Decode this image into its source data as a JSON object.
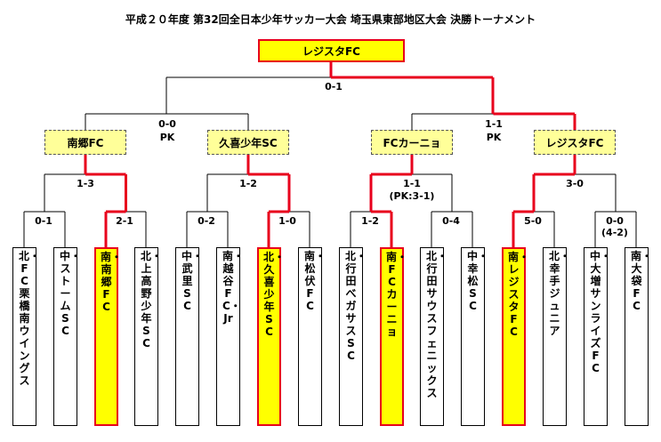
{
  "title": "平成２０年度 第32回全日本少年サッカー大会 埼玉県東部地区大会 決勝トーナメント",
  "champion": "レジスタFC",
  "final_score": "0-1",
  "semifinals": [
    {
      "label": "南郷FC",
      "winner": false
    },
    {
      "label": "久喜少年SC",
      "winner": false
    },
    {
      "label": "FCカーニョ",
      "winner": false
    },
    {
      "label": "レジスタFC",
      "winner": true
    }
  ],
  "semi_scores": [
    {
      "score": "0-0",
      "note": "PK"
    },
    {
      "score": "1-1",
      "note": "PK"
    }
  ],
  "quarter_scores": [
    {
      "score": "1-3",
      "note": ""
    },
    {
      "score": "1-2",
      "note": ""
    },
    {
      "score": "1-1",
      "note": "(PK:3-1)"
    },
    {
      "score": "3-0",
      "note": ""
    }
  ],
  "r1_scores": [
    {
      "score": "0-1",
      "note": ""
    },
    {
      "score": "2-1",
      "note": ""
    },
    {
      "score": "0-2",
      "note": ""
    },
    {
      "score": "1-0",
      "note": ""
    },
    {
      "score": "1-2",
      "note": ""
    },
    {
      "score": "0-4",
      "note": ""
    },
    {
      "score": "5-0",
      "note": ""
    },
    {
      "score": "0-0",
      "note": "(4-2)"
    }
  ],
  "teams": [
    {
      "text": "北・FC栗橋南ウイングス",
      "winner": false
    },
    {
      "text": "中・ストームSC",
      "winner": false
    },
    {
      "text": "南・南郷FC",
      "winner": true
    },
    {
      "text": "北・上高野少年SC",
      "winner": false
    },
    {
      "text": "中・武里SC",
      "winner": false
    },
    {
      "text": "南・越谷FC・Jr",
      "winner": false
    },
    {
      "text": "北・久喜少年SC",
      "winner": true
    },
    {
      "text": "南・松伏FC",
      "winner": false
    },
    {
      "text": "北・行田べガサスSC",
      "winner": false
    },
    {
      "text": "南・FCカーニョ",
      "winner": true
    },
    {
      "text": "北・行田サウスフェニックス",
      "winner": false
    },
    {
      "text": "中・幸松SC",
      "winner": false
    },
    {
      "text": "南・レジスタFC",
      "winner": true
    },
    {
      "text": "北・幸手ジュニア",
      "winner": false
    },
    {
      "text": "中・大増サンライズFC",
      "winner": false
    },
    {
      "text": "南・大袋FC",
      "winner": false
    }
  ],
  "colors": {
    "win_line": "#e8001c",
    "line": "#000000",
    "highlight": "#ffff00",
    "semi_fill": "#ffff99"
  }
}
